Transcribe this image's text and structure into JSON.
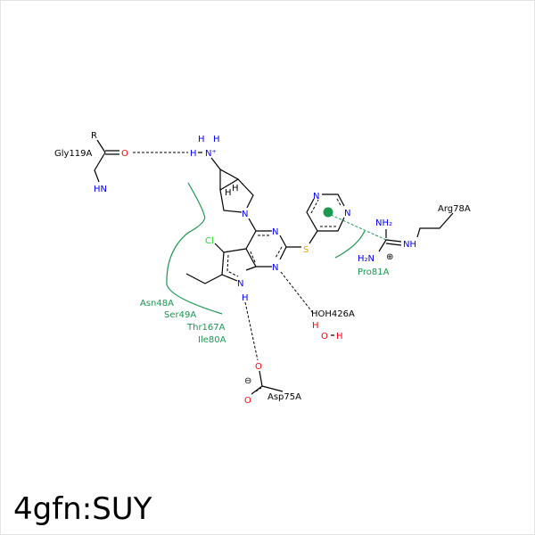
{
  "title": "4gfn:SUY",
  "colors": {
    "nitrogen": "#0000ff",
    "oxygen": "#ff0000",
    "chlorine": "#22dd22",
    "sulfur": "#e8a000",
    "hydrophobic": "#1a9850"
  },
  "residues": {
    "gly": "Gly119A",
    "arg": "Arg78A",
    "pro": "Pro81A",
    "hoh": "HOH426A",
    "asp": "Asp75A",
    "asn": "Asn48A",
    "ser": "Ser49A",
    "thr": "Thr167A",
    "ile": "Ile80A"
  },
  "atoms": {
    "R": "R",
    "O": "O",
    "HN": "HN",
    "H": "H",
    "N": "N",
    "Nplus": "N⁺",
    "Cl": "Cl",
    "S": "S",
    "NH2": "NH₂",
    "H2N": "H₂N",
    "NH": "NH",
    "plus": "⊕",
    "minus": "⊖"
  }
}
